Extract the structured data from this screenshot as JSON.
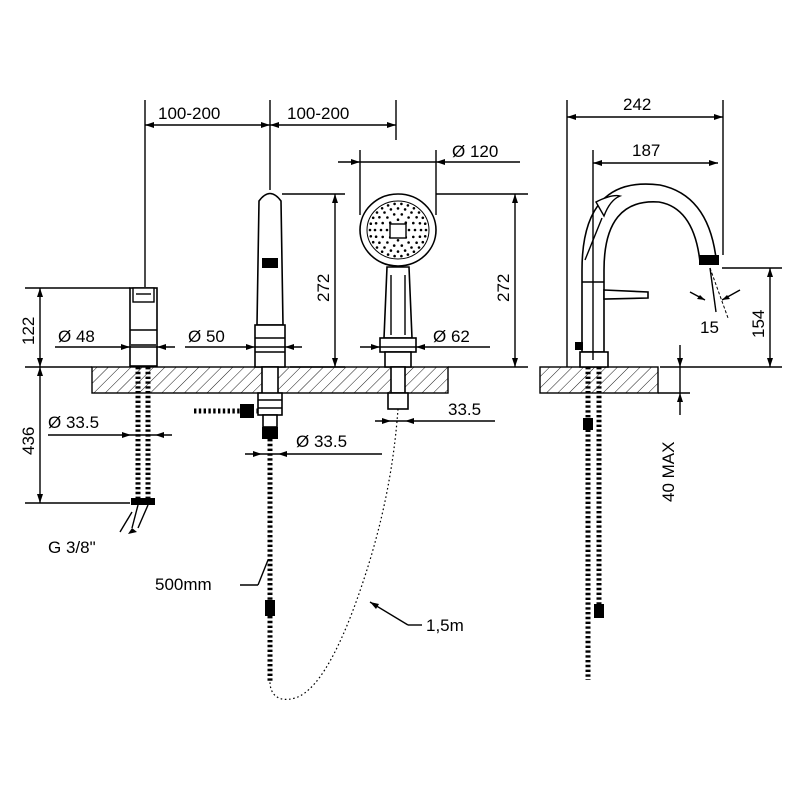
{
  "dimensions": {
    "spacing_left": "100-200",
    "spacing_right": "100-200",
    "shower_head_diameter": "Ø 120",
    "spout_height": "272",
    "shower_height": "272",
    "mixer_height": "122",
    "mixer_diameter": "Ø 48",
    "spout_base_diameter": "Ø 50",
    "holder_diameter": "Ø 62",
    "mixer_hole_diameter": "Ø 33.5",
    "spout_hole_diameter": "Ø 33.5",
    "holder_hole_diameter": "33.5",
    "flex_length": "436",
    "thread": "G 3/8\"",
    "flex_500": "500mm",
    "shower_hose": "1,5m",
    "side_projection": "242",
    "side_reach": "187",
    "side_height": "154",
    "angle": "15",
    "deck_thickness": "40 MAX"
  }
}
